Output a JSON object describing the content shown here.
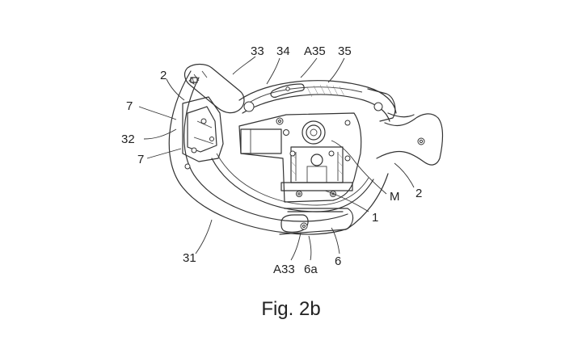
{
  "figure": {
    "caption": "Fig. 2b",
    "labels": [
      {
        "id": "33",
        "text": "33"
      },
      {
        "id": "34",
        "text": "34"
      },
      {
        "id": "A35",
        "text": "A35"
      },
      {
        "id": "35",
        "text": "35"
      },
      {
        "id": "2-top",
        "text": "2"
      },
      {
        "id": "7-upper",
        "text": "7"
      },
      {
        "id": "32",
        "text": "32"
      },
      {
        "id": "7-lower",
        "text": "7"
      },
      {
        "id": "M",
        "text": "M"
      },
      {
        "id": "2-right",
        "text": "2"
      },
      {
        "id": "1",
        "text": "1"
      },
      {
        "id": "31",
        "text": "31"
      },
      {
        "id": "A33",
        "text": "A33"
      },
      {
        "id": "6a",
        "text": "6a"
      },
      {
        "id": "6",
        "text": "6"
      }
    ]
  }
}
